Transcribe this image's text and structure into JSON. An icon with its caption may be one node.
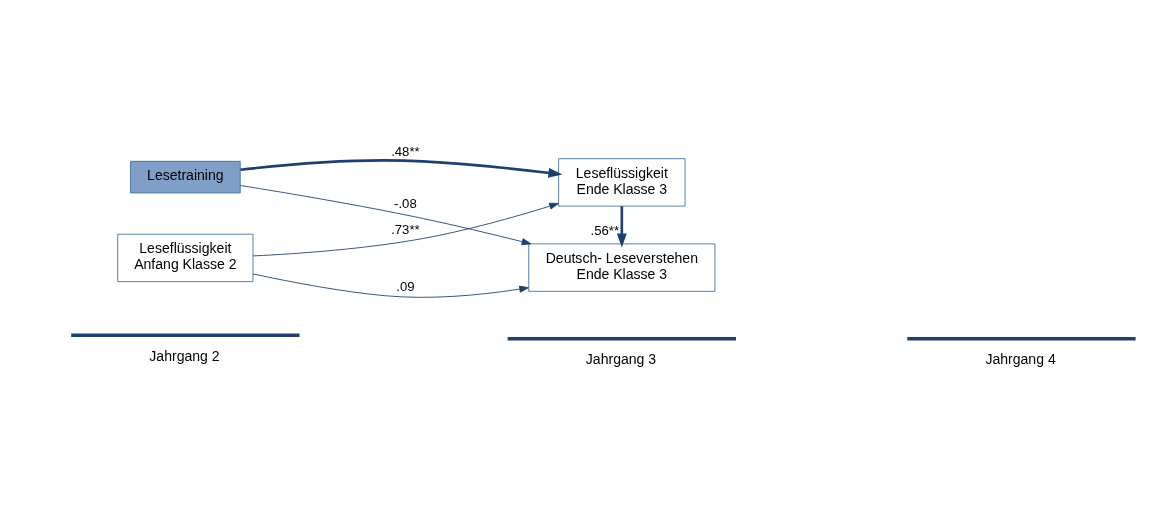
{
  "diagram": {
    "nodes": [
      {
        "text": [
          "Leseflüssigkeit",
          "Anfang Klasse 2"
        ]
      },
      {
        "text": [
          "Lesetraining"
        ]
      },
      {
        "text": [
          "Leseflüssigkeit",
          "Ende Klasse 3"
        ]
      },
      {
        "text": [
          "Deutsch- Leseverstehen",
          "Ende Klasse 3"
        ]
      }
    ],
    "edges": [
      {
        "from": 0,
        "to": 2,
        "arrow": "to",
        "label": ".73**"
      },
      {
        "from": 1,
        "to": 2,
        "arrow": "to",
        "label": ".48**",
        "style": "thick"
      },
      {
        "from": 0,
        "to": 3,
        "arrow": "to",
        "label": ".09"
      },
      {
        "from": 1,
        "to": 3,
        "arrow": "to",
        "label": "-.08"
      },
      {
        "from": 2,
        "to": 3,
        "arrow": "to",
        "label": ".56**",
        "style": "thick"
      }
    ],
    "labels": [
      "Jahrgang 2",
      "Jahrgang 3",
      "Jahrgang 4"
    ]
  }
}
